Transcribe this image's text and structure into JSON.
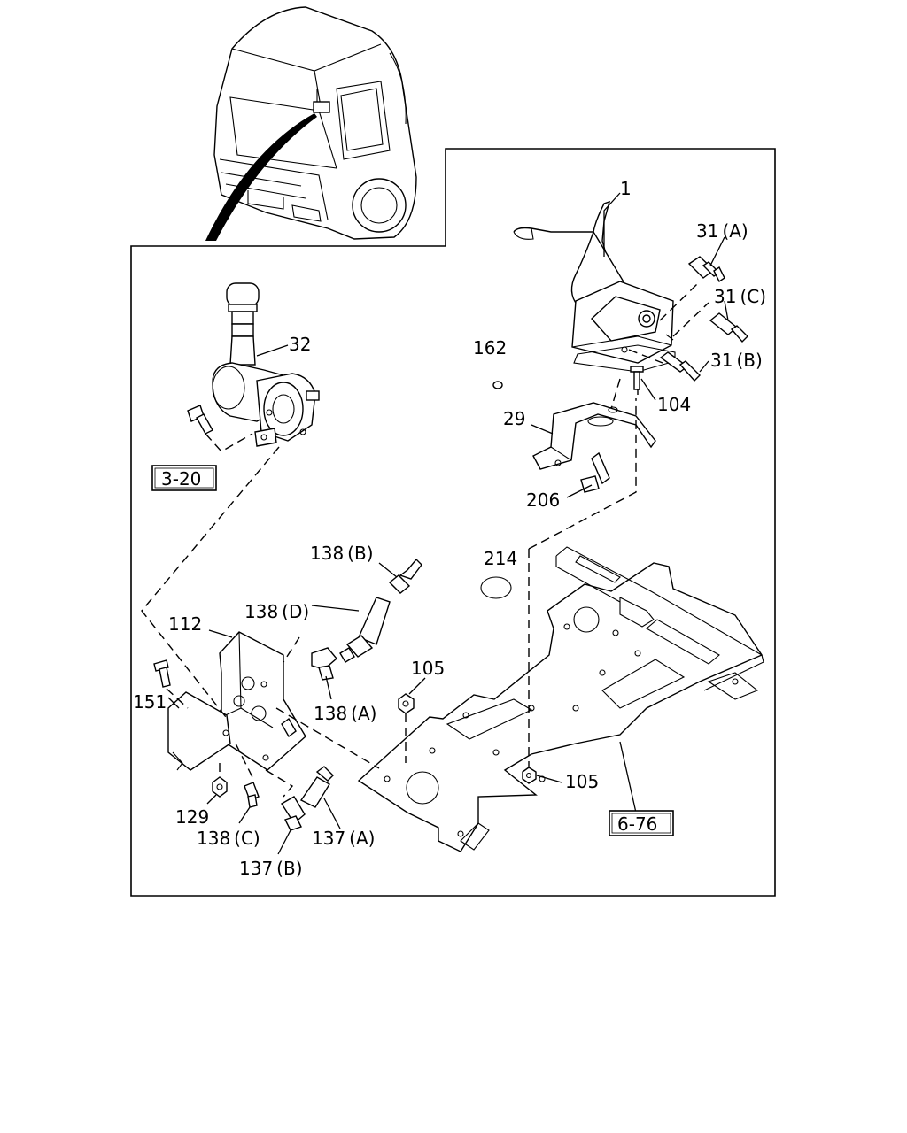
{
  "labels": {
    "p1": "1",
    "p31a": "31 (A)",
    "p31c": "31 (C)",
    "p31b": "31 (B)",
    "p32": "32",
    "p162": "162",
    "p104": "104",
    "p29": "29",
    "p206": "206",
    "p214": "214",
    "p138b": "138 (B)",
    "p138d": "138 (D)",
    "p112": "112",
    "p138a": "138 (A)",
    "p105top": "105",
    "p105right": "105",
    "p151": "151",
    "p129": "129",
    "p138c": "138 (C)",
    "p137a": "137 (A)",
    "p137b": "137 (B)"
  },
  "references": {
    "ref320": "3-20",
    "ref676": "6-76"
  }
}
